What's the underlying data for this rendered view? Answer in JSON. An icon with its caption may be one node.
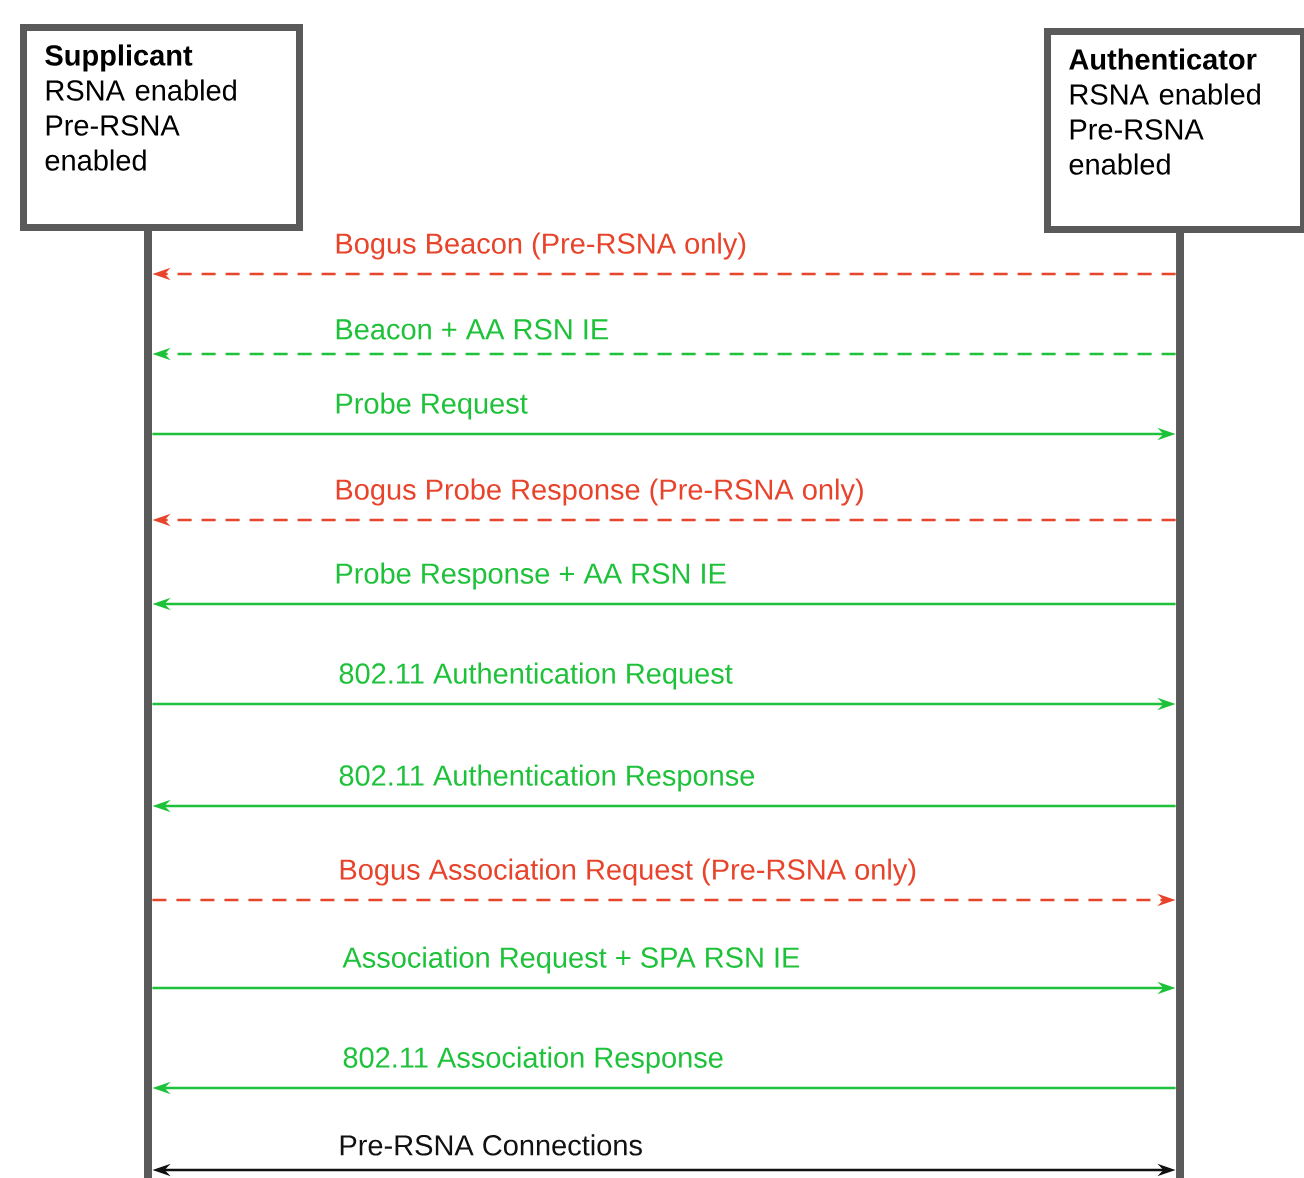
{
  "diagram": {
    "nodes": [
      {
        "text": [
          "Supplicant",
          "RSNA enabled Pre-RSNA enabled"
        ]
      },
      {
        "text": [
          "Authenticator",
          "RSNA enabled Pre-RSNA enabled"
        ]
      },
      {
        "text": [],
        "shape": "bar"
      },
      {
        "text": [],
        "shape": "bar"
      }
    ],
    "edges": [
      {
        "from": 3,
        "to": 2,
        "arrow": "to",
        "label": "Bogus Beacon (Pre-RSNA only)",
        "style": "dashed",
        "color": "#e8432b"
      },
      {
        "from": 3,
        "to": 2,
        "arrow": "to",
        "label": "Beacon + AA RSN IE",
        "style": "dashed"
      },
      {
        "from": 2,
        "to": 3,
        "arrow": "to",
        "label": "Probe Request"
      },
      {
        "from": 3,
        "to": 2,
        "arrow": "to",
        "label": "Bogus Probe Response (Pre-RSNA only)",
        "style": "dashed",
        "color": "#e8432b"
      },
      {
        "from": 3,
        "to": 2,
        "arrow": "to",
        "label": "Probe Response + AA RSN IE"
      },
      {
        "from": 2,
        "to": 3,
        "arrow": "to",
        "label": "802.11 Authentication Request"
      },
      {
        "from": 3,
        "to": 2,
        "arrow": "to",
        "label": "802.11 Authentication Response"
      },
      {
        "from": 2,
        "to": 3,
        "arrow": "to",
        "label": "Bogus Association Request (Pre-RSNA only)",
        "style": "dashed",
        "color": "#e8432b"
      },
      {
        "from": 2,
        "to": 3,
        "arrow": "to",
        "label": "Association Request + SPA RSN IE"
      },
      {
        "from": 3,
        "to": 2,
        "arrow": "to",
        "label": "802.11 Association Response"
      },
      {
        "from": 2,
        "to": 3,
        "arrow": "both",
        "label": "Pre-RSNA Connections",
        "color": "#111111"
      }
    ]
  }
}
